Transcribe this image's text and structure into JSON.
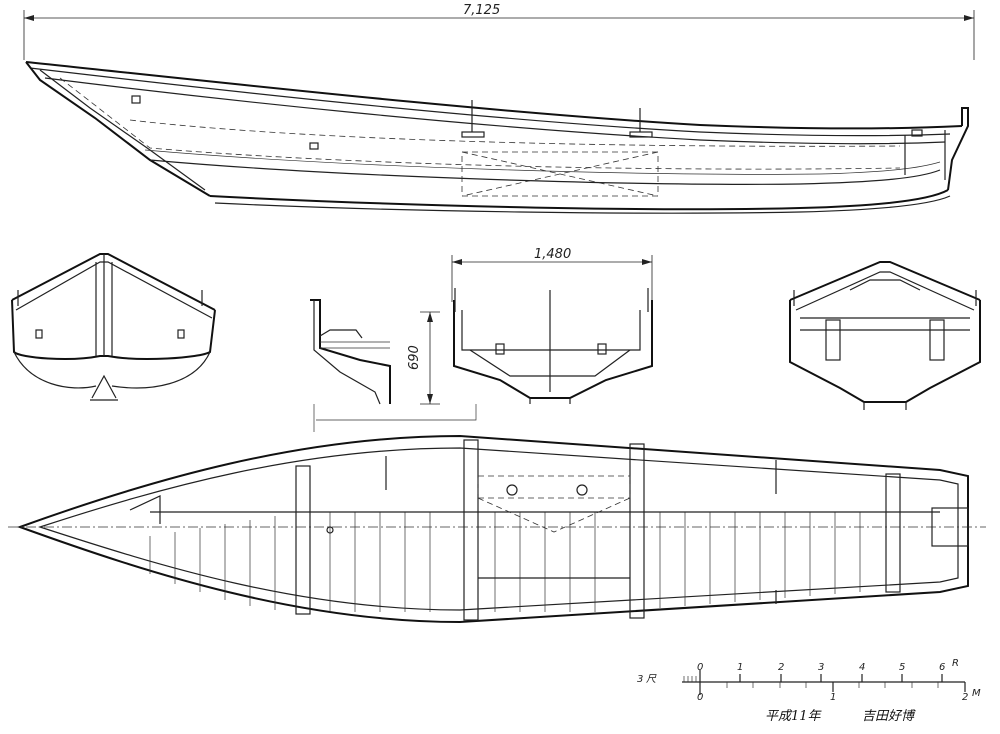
{
  "dimensions": {
    "overall_length": "7,125",
    "beam": "1,480",
    "depth": "690"
  },
  "scale": {
    "upper_unit": "尺",
    "upper_label": "3",
    "upper_ticks": [
      "0",
      "1",
      "2",
      "3",
      "4",
      "5",
      "6"
    ],
    "upper_suffix": "R",
    "lower_ticks": [
      "0",
      "1",
      "2"
    ],
    "lower_suffix": "M"
  },
  "signature": {
    "date": "平成11年",
    "author": "吉田好博"
  }
}
